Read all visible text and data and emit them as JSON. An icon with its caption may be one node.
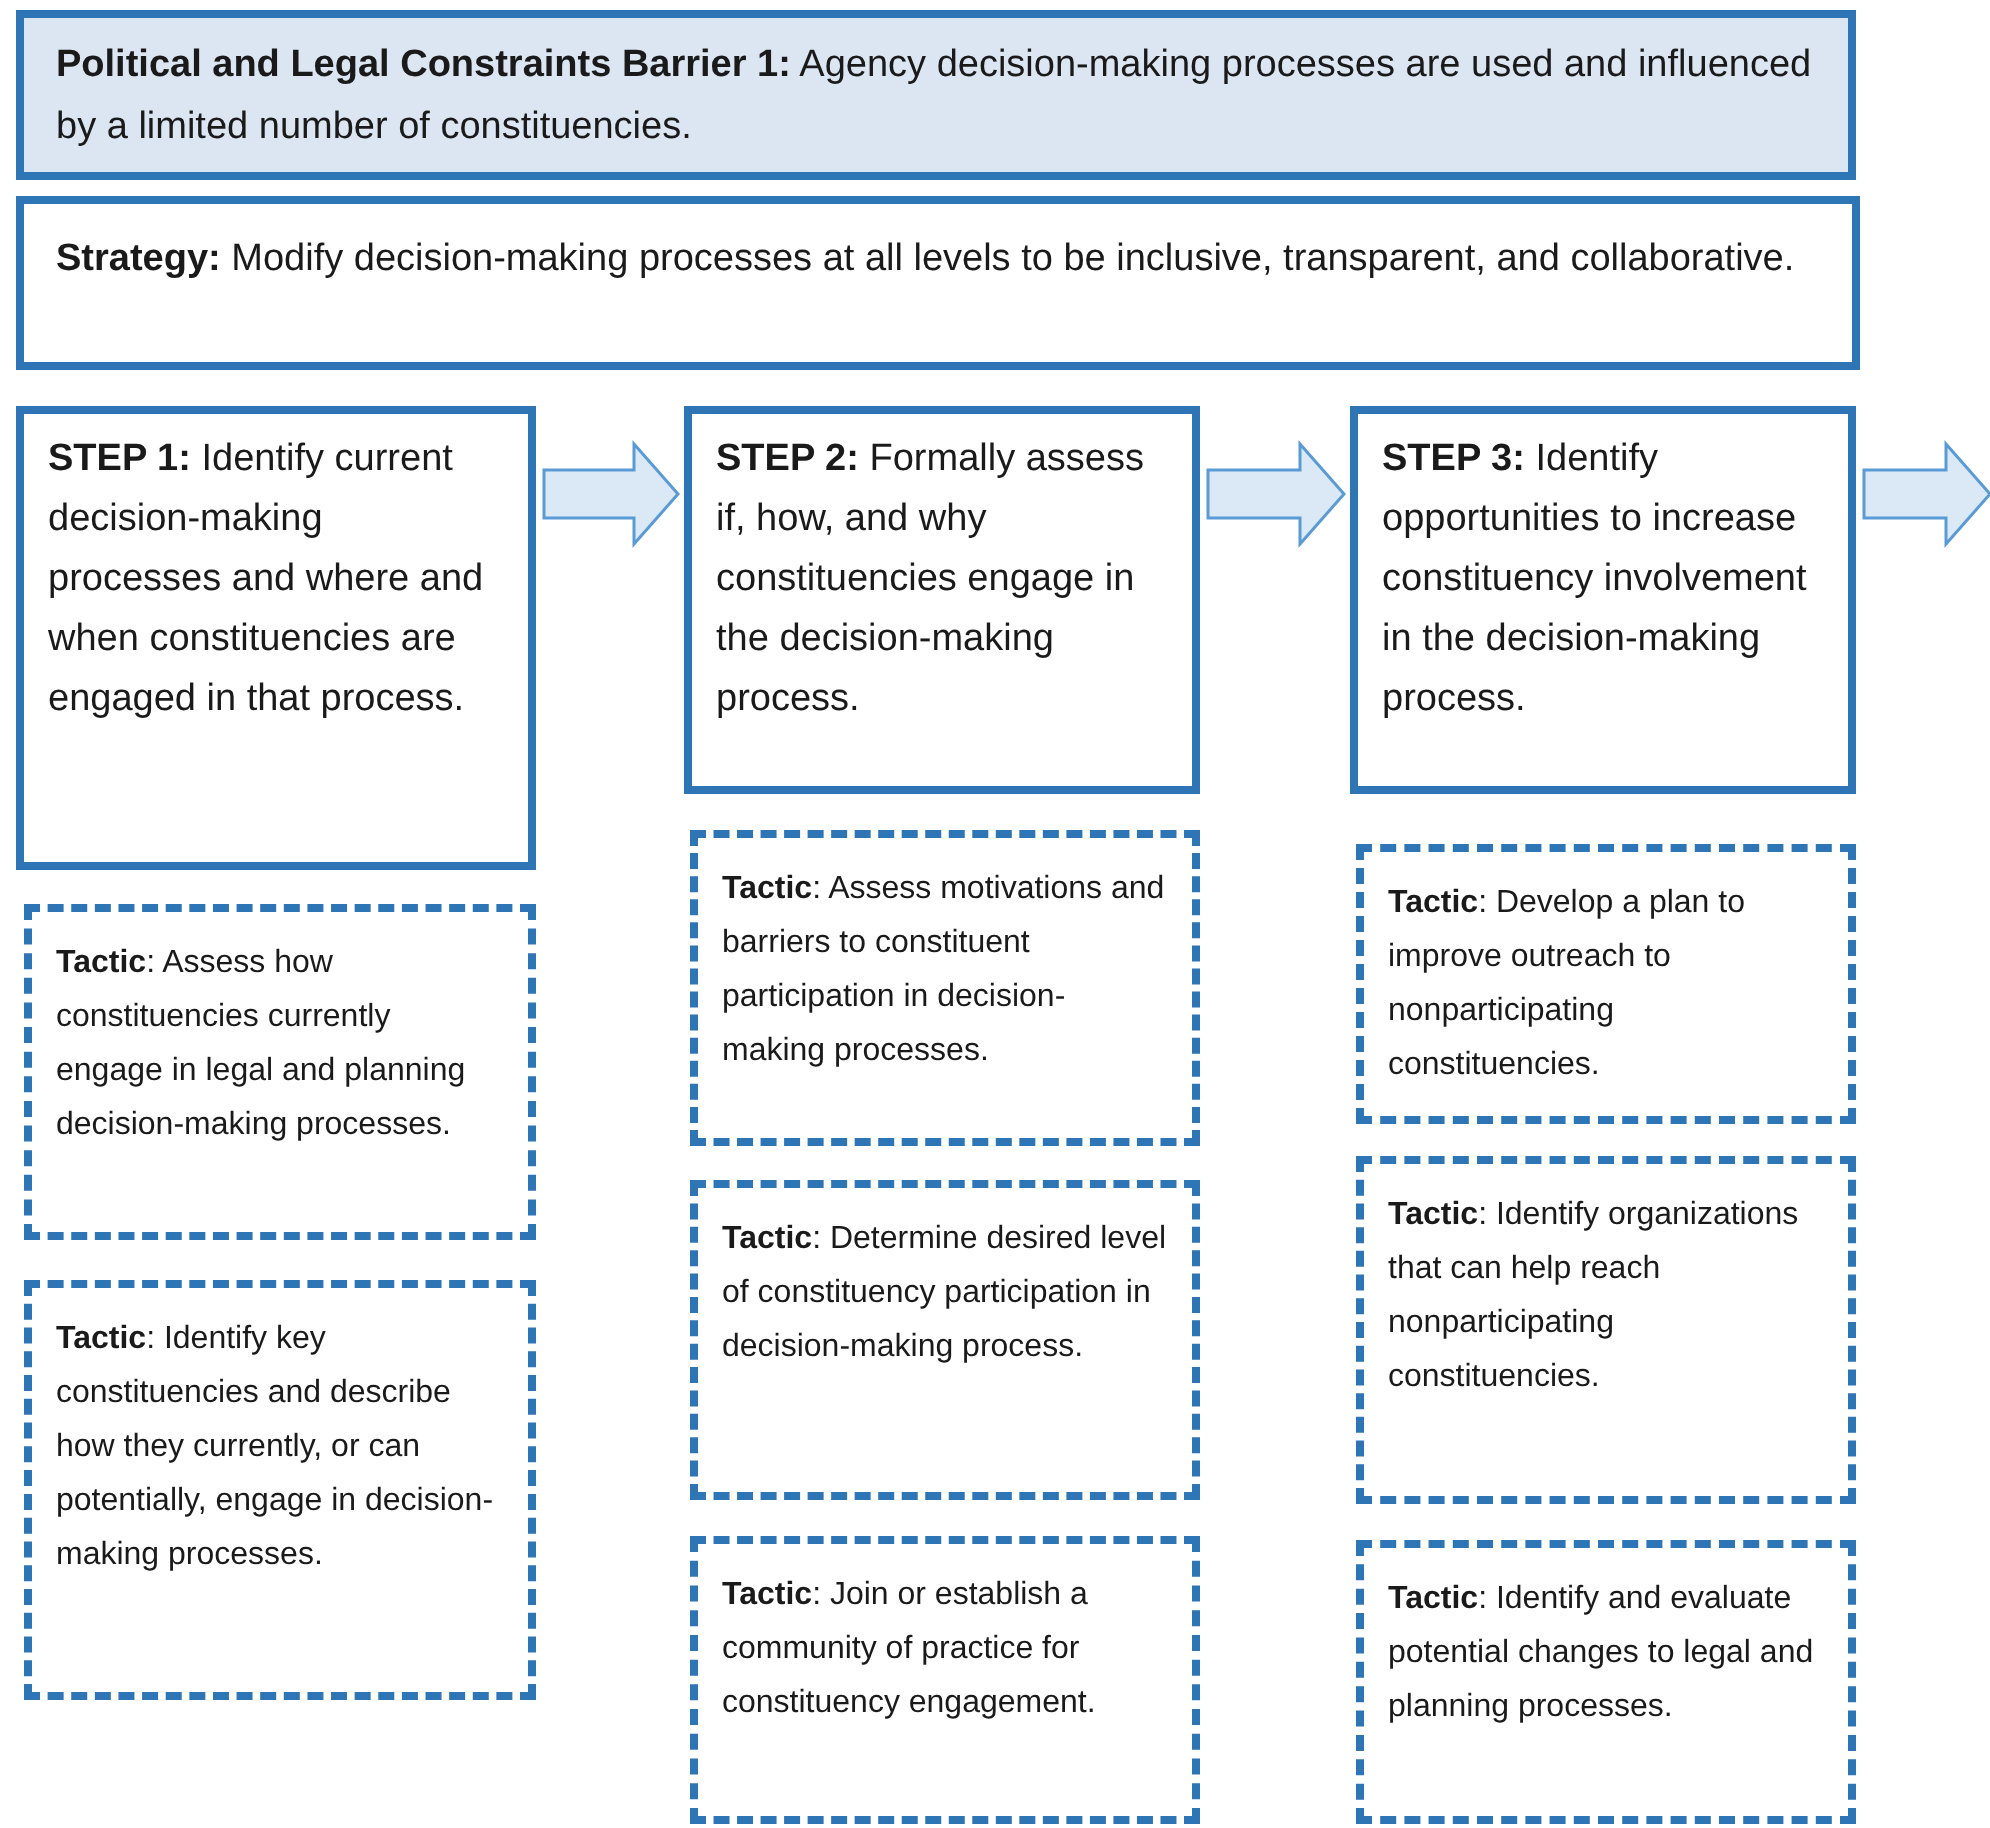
{
  "diagram": {
    "nodes": [
      {
        "text": [
          "**Political and Legal Constraints Barrier 1:** Agency decision-making processes are used and influenced by a limited number of constituencies."
        ]
      },
      {
        "text": [
          "**Strategy:** Modify decision-making processes at all levels to be inclusive, transparent, and collaborative."
        ]
      },
      {
        "text": [
          "**STEP 1:** Identify current decision-making processes and where and when constituencies are engaged in that process."
        ]
      },
      {
        "text": [
          "**STEP 2:** Formally assess if, how, and why constituencies engage in the decision-making process."
        ]
      },
      {
        "text": [
          "**STEP 3:** Identify opportunities to increase constituency involvement in the decision-making process."
        ]
      },
      {
        "text": [
          "**Tactic**: Assess how constituencies currently engage in legal and planning decision-making processes."
        ]
      },
      {
        "text": [
          "**Tactic**: Identify key constituencies and describe how they currently, or can potentially, engage in decision-making processes."
        ]
      },
      {
        "text": [
          "**Tactic**: Assess motivations and barriers to constituent participation in decision-making processes."
        ]
      },
      {
        "text": [
          "**Tactic**: Determine desired level of constituency participation in decision-making process."
        ]
      },
      {
        "text": [
          "**Tactic**: Join or establish a community of practice for constituency engagement."
        ]
      },
      {
        "text": [
          "**Tactic**: Develop a plan to improve outreach to nonparticipating constituencies."
        ]
      },
      {
        "text": [
          "**Tactic**: Identify organizations that can help reach nonparticipating constituencies."
        ]
      },
      {
        "text": [
          "**Tactic**: Identify and evaluate potential changes to legal and planning processes."
        ]
      }
    ],
    "edges": [
      {
        "from": 2,
        "to": 3,
        "arrow": "to",
        "style": "thick"
      },
      {
        "from": 3,
        "to": 4,
        "arrow": "to",
        "style": "thick"
      },
      {
        "from": 4,
        "to": null,
        "arrow": "to",
        "style": "thick"
      }
    ]
  }
}
